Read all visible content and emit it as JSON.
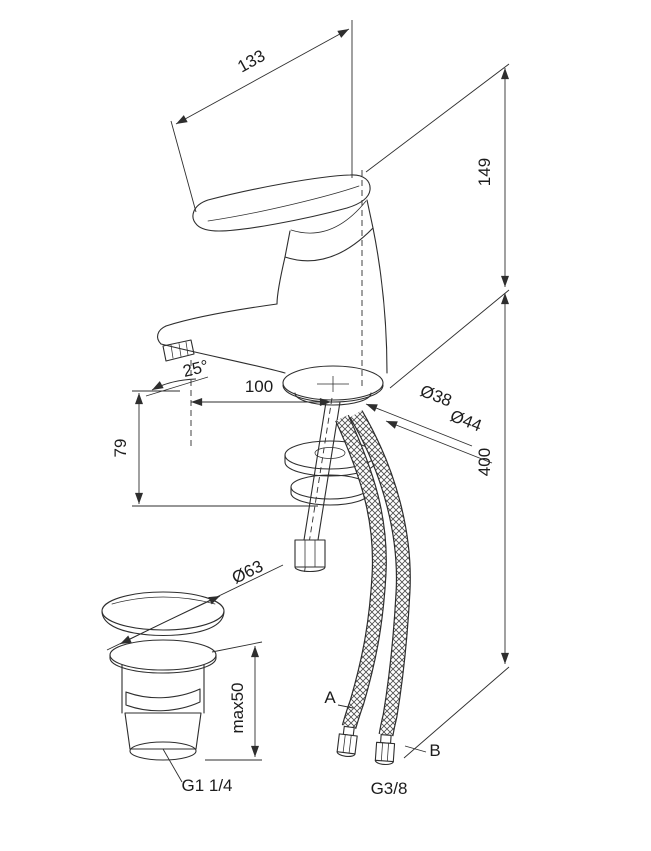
{
  "drawing": {
    "type": "technical-dimension-diagram",
    "subject": "single-lever basin mixer faucet with pop-up drain and flexible supply hoses",
    "colors": {
      "background": "#ffffff",
      "line": "#2e2e2e",
      "text": "#1c1c1c"
    }
  },
  "labels": {
    "width_overall": "133",
    "height_to_top": "149",
    "spout_angle": "25°",
    "spout_reach": "100",
    "spout_height": "79",
    "base_inner_diameter": "Ø38",
    "base_outer_diameter": "Ø44",
    "hose_length": "400",
    "drain_cap_diameter": "Ø63",
    "drain_max_thickness": "max50",
    "drain_thread": "G1 1/4",
    "hose_thread": "G3/8",
    "hose_a": "A",
    "hose_b": "B"
  }
}
